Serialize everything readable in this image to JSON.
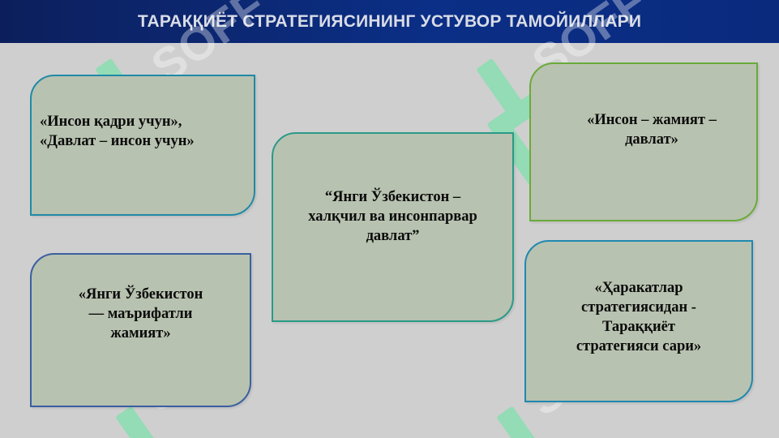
{
  "header": {
    "title": "ТАРАҚҚИЁТ СТРАТЕГИЯСИНИНГ УСТУВОР ТАМОЙИЛЛАРИ"
  },
  "cards": [
    {
      "lines": [
        "«Инсон қадри учун»,",
        "«Давлат – инсон учун»"
      ]
    },
    {
      "lines": [
        "“Янги Ўзбекистон –",
        "халқчил ва инсонпарвар",
        "давлат”"
      ]
    },
    {
      "lines": [
        "«Инсон – жамият –",
        "давлат»"
      ]
    },
    {
      "lines": [
        "«Янги Ўзбекистон",
        "— маърифатли",
        "жамият»"
      ]
    },
    {
      "lines": [
        "«Ҳаракатлар",
        "стратегиясидан -",
        "Тараққиёт",
        "стратегияси сари»"
      ]
    }
  ],
  "watermark": {
    "text": "SOFF"
  },
  "colors": {
    "header_bg": "#0b2f86",
    "background": "#cfcfcf",
    "card_fill": "#b8c2b0"
  }
}
